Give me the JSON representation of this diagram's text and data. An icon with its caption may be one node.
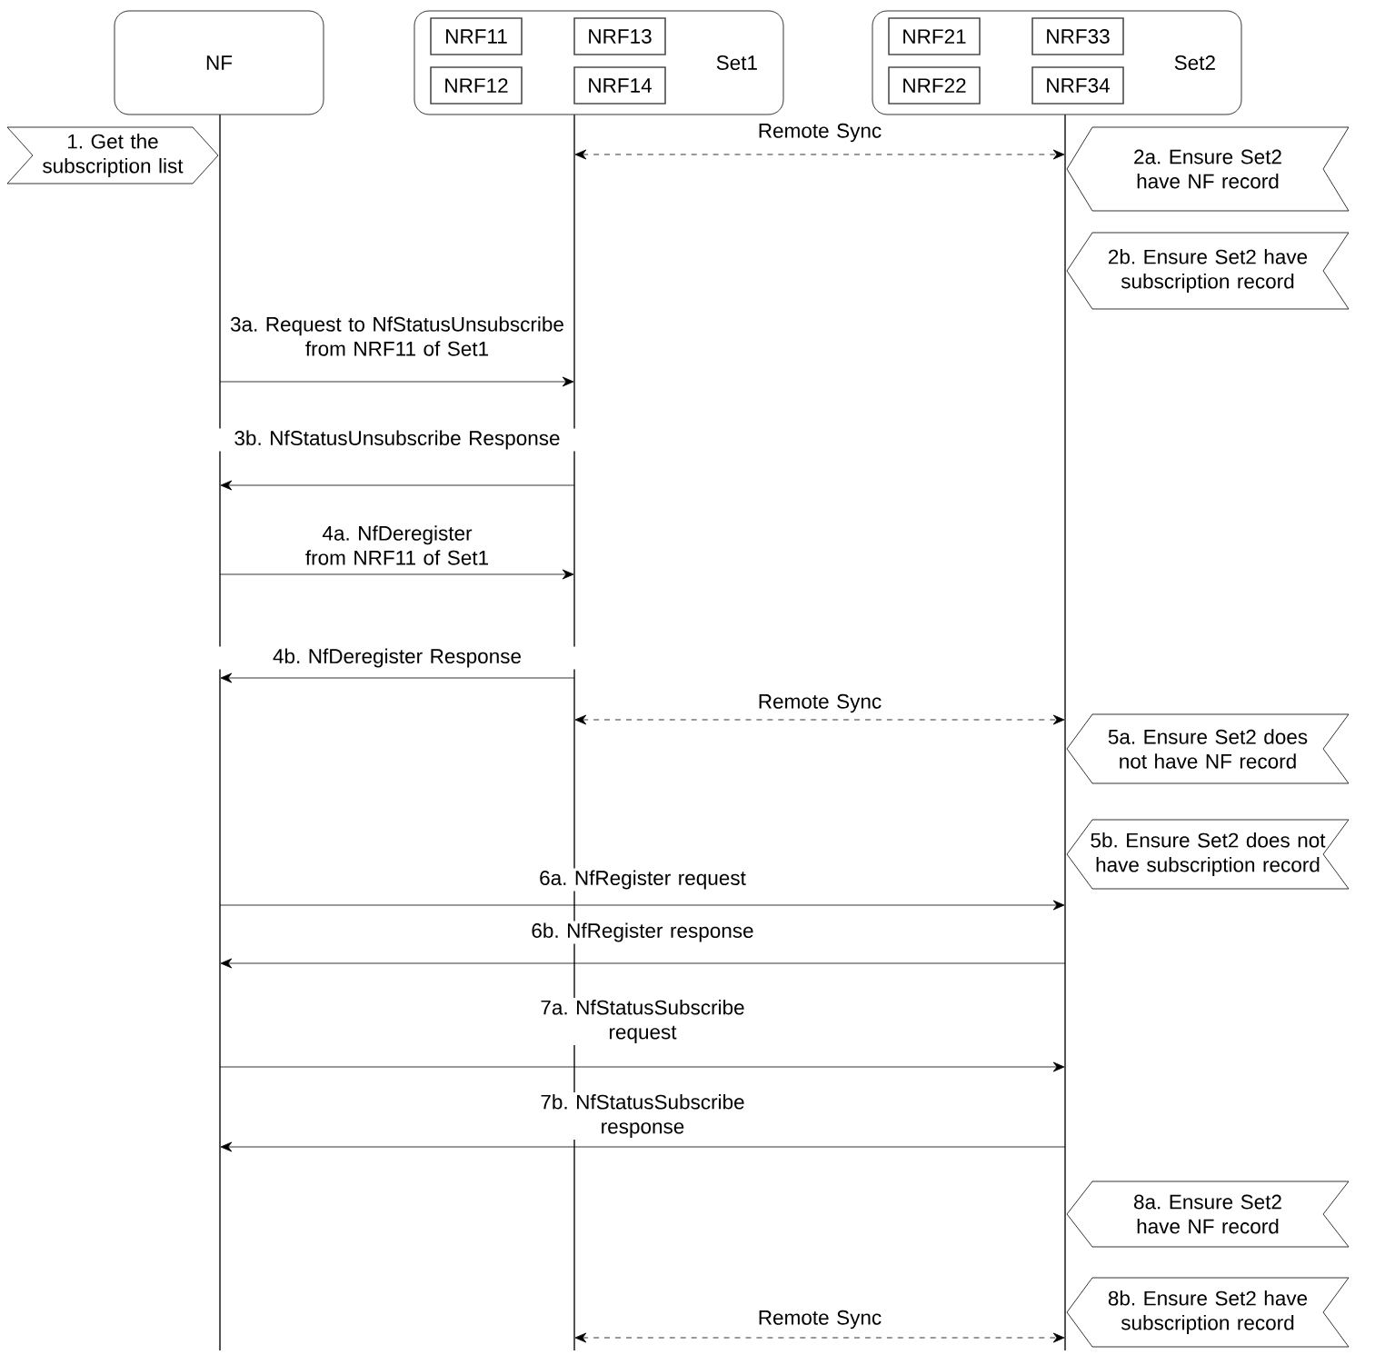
{
  "diagram": {
    "nodes": [
      {
        "text": [
          "NF"
        ]
      },
      {
        "text": [
          "Set1"
        ]
      },
      {
        "text": [
          "NRF11"
        ],
        "in": 1
      },
      {
        "text": [
          "NRF13"
        ],
        "in": 1
      },
      {
        "text": [
          "NRF12"
        ],
        "in": 1
      },
      {
        "text": [
          "NRF14"
        ],
        "in": 1
      },
      {
        "text": [
          "Set2"
        ]
      },
      {
        "text": [
          "NRF21"
        ],
        "in": 6
      },
      {
        "text": [
          "NRF33"
        ],
        "in": 6
      },
      {
        "text": [
          "NRF22"
        ],
        "in": 6
      },
      {
        "text": [
          "NRF34"
        ],
        "in": 6
      },
      {
        "text": [
          "1. Get the subscription list"
        ]
      },
      {
        "text": [
          "2a. Ensure Set2 have NF record"
        ]
      },
      {
        "text": [
          "2b. Ensure Set2 have subscription record"
        ]
      },
      {
        "text": [
          "5a. Ensure Set2 does not have NF record"
        ]
      },
      {
        "text": [
          "5b. Ensure Set2 does not have subscription record"
        ]
      },
      {
        "text": [
          "8a. Ensure Set2 have NF record"
        ]
      },
      {
        "text": [
          "8b. Ensure Set2 have subscription record"
        ]
      },
      {
        "text": [],
        "shape": "line"
      },
      {
        "text": [],
        "shape": "line"
      },
      {
        "text": [],
        "shape": "line"
      }
    ],
    "edges": [
      {
        "from": 19,
        "to": 20,
        "arrow": "both",
        "style": "dashed",
        "label": "Remote Sync"
      },
      {
        "from": 18,
        "to": 19,
        "arrow": "to",
        "label": "3a. Request to NfStatusUnsubscribe from NRF11 of Set1"
      },
      {
        "from": 19,
        "to": 18,
        "arrow": "to",
        "label": "3b. NfStatusUnsubscribe Response"
      },
      {
        "from": 18,
        "to": 19,
        "arrow": "to",
        "label": "4a. NfDeregister from NRF11 of Set1"
      },
      {
        "from": 19,
        "to": 18,
        "arrow": "to",
        "label": "4b. NfDeregister Response"
      },
      {
        "from": 19,
        "to": 20,
        "arrow": "both",
        "style": "dashed",
        "label": "Remote Sync"
      },
      {
        "from": 18,
        "to": 20,
        "arrow": "to",
        "label": "6a. NfRegister request"
      },
      {
        "from": 20,
        "to": 18,
        "arrow": "to",
        "label": "6b. NfRegister response"
      },
      {
        "from": 18,
        "to": 20,
        "arrow": "to",
        "label": "7a. NfStatusSubscribe request"
      },
      {
        "from": 20,
        "to": 18,
        "arrow": "to",
        "label": "7b. NfStatusSubscribe response"
      },
      {
        "from": 19,
        "to": 20,
        "arrow": "both",
        "style": "dashed",
        "label": "Remote Sync"
      }
    ]
  }
}
